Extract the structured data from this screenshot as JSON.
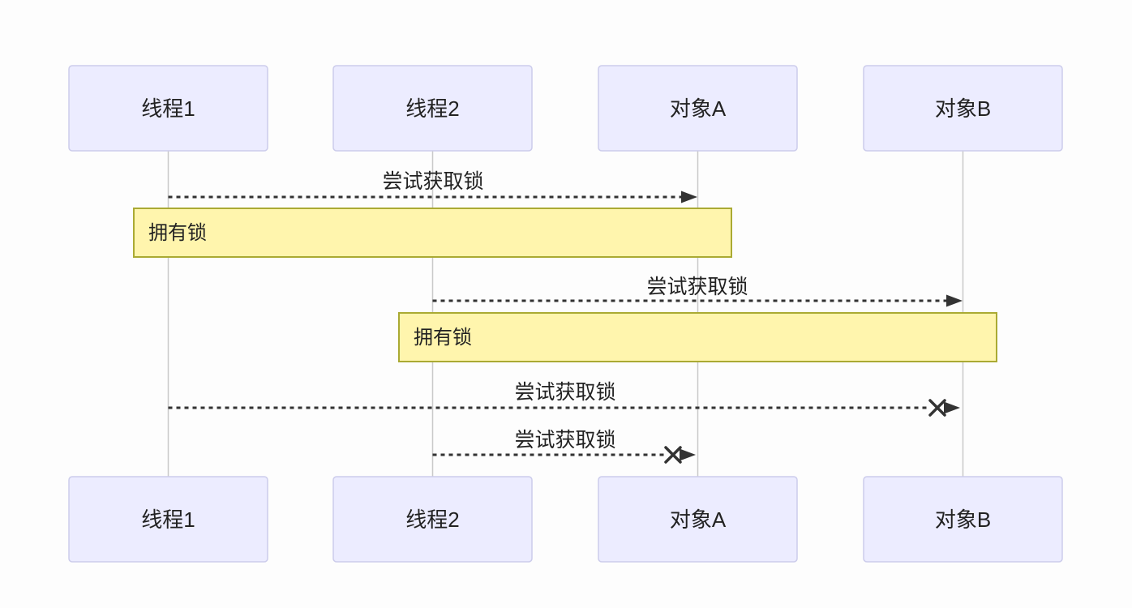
{
  "diagram": {
    "type": "sequence-diagram",
    "topic": "deadlock-between-two-threads",
    "participants": [
      {
        "id": "thread-1",
        "label": "线程1"
      },
      {
        "id": "thread-2",
        "label": "线程2"
      },
      {
        "id": "object-a",
        "label": "对象A"
      },
      {
        "id": "object-b",
        "label": "对象B"
      }
    ],
    "messages": [
      {
        "from": "线程1",
        "to": "对象A",
        "label": "尝试获取锁",
        "line": "dashed",
        "result": "delivered"
      },
      {
        "from": "线程2",
        "to": "对象B",
        "label": "尝试获取锁",
        "line": "dashed",
        "result": "delivered"
      },
      {
        "from": "线程1",
        "to": "对象B",
        "label": "尝试获取锁",
        "line": "dashed",
        "result": "blocked-cross"
      },
      {
        "from": "线程2",
        "to": "对象A",
        "label": "尝试获取锁",
        "line": "dashed",
        "result": "blocked-cross"
      }
    ],
    "notes": [
      {
        "over": "线程1,对象A",
        "label": "拥有锁"
      },
      {
        "over": "线程2,对象B",
        "label": "拥有锁"
      }
    ],
    "colors": {
      "background": "#fdfdfd",
      "actor_fill": "#ececff",
      "actor_border": "#ccccEB",
      "note_fill": "#fff5ad",
      "note_border": "#aaaa33",
      "line": "#333333",
      "lifeline": "#c9c9c9",
      "text": "#222222"
    }
  }
}
